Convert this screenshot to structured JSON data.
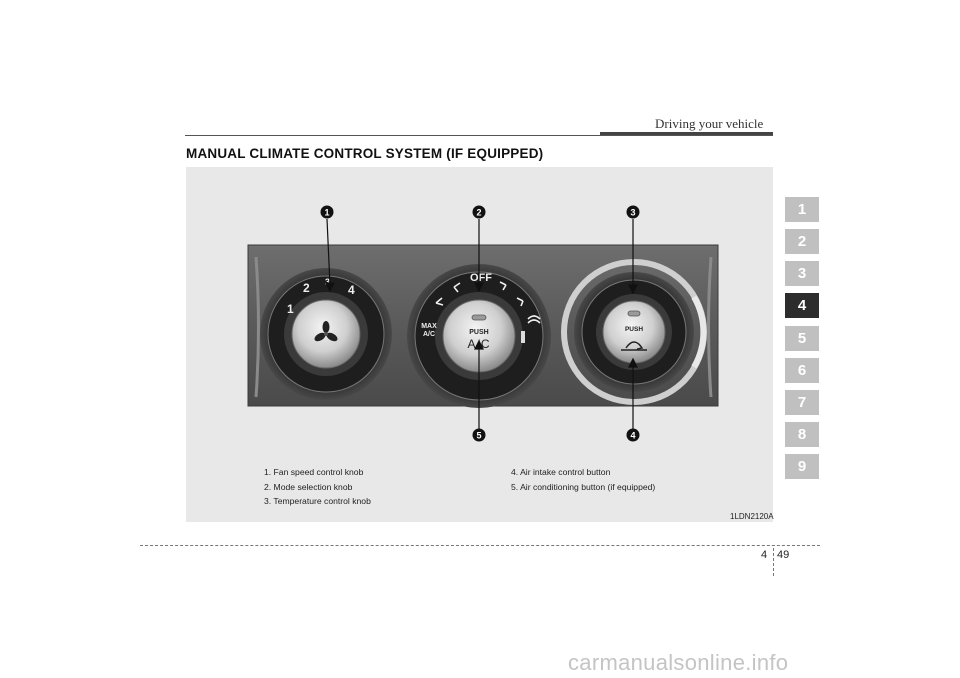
{
  "header": {
    "section_title": "Driving your vehicle"
  },
  "page": {
    "heading": "MANUAL CLIMATE CONTROL SYSTEM (IF EQUIPPED)"
  },
  "figure": {
    "id": "1LDN2120A",
    "fan_speed_marks": [
      "1",
      "2",
      "3",
      "4"
    ],
    "mode_off_label": "OFF",
    "max_ac_label_line1": "MAX",
    "max_ac_label_line2": "A/C",
    "ac_push_label": "PUSH",
    "ac_button_label": "A/C",
    "intake_push_label": "PUSH",
    "callouts": [
      "1",
      "2",
      "3",
      "4",
      "5"
    ]
  },
  "legend": {
    "left": [
      "1. Fan speed control knob",
      "2. Mode selection knob",
      "3. Temperature control knob"
    ],
    "right": [
      "4. Air intake control button",
      "5. Air conditioning button (if equipped)"
    ]
  },
  "chapter_tabs": [
    "1",
    "2",
    "3",
    "4",
    "5",
    "6",
    "7",
    "8",
    "9"
  ],
  "active_tab": "4",
  "footer": {
    "chapter": "4",
    "page": "49"
  },
  "watermark": "carmanualsonline.info",
  "colors": {
    "active_tab": "#2d2d2d",
    "inactive_tab": "#c0c0c0",
    "figure_bg": "#e8e8e8"
  }
}
